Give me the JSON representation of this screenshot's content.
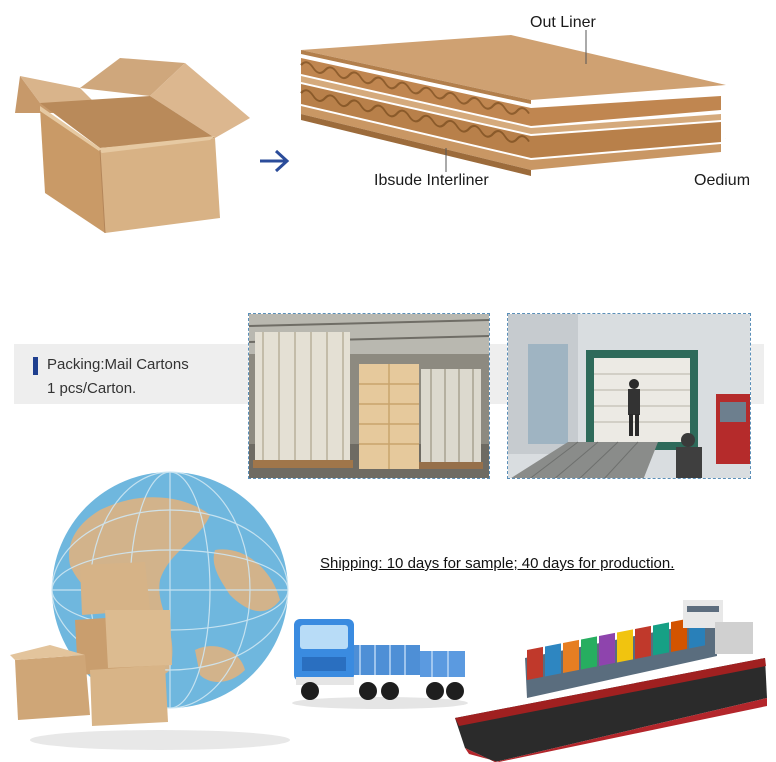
{
  "diagram": {
    "labels": {
      "out_liner": "Out Liner",
      "interliner": "Ibsude Interliner",
      "oedium": "Oedium"
    },
    "arrow_icon": "right-arrow-icon",
    "colors": {
      "kraft_light": "#d6b28a",
      "kraft_mid": "#c9955f",
      "kraft_dark": "#a8743f",
      "arrow": "#2b4c9a"
    }
  },
  "packing": {
    "line1": "Packing:Mail Cartons",
    "line2": "1 pcs/Carton.",
    "marker_color": "#1f3f8f"
  },
  "shipping": {
    "text": "Shipping: 10 days for sample; 40 days for production."
  }
}
